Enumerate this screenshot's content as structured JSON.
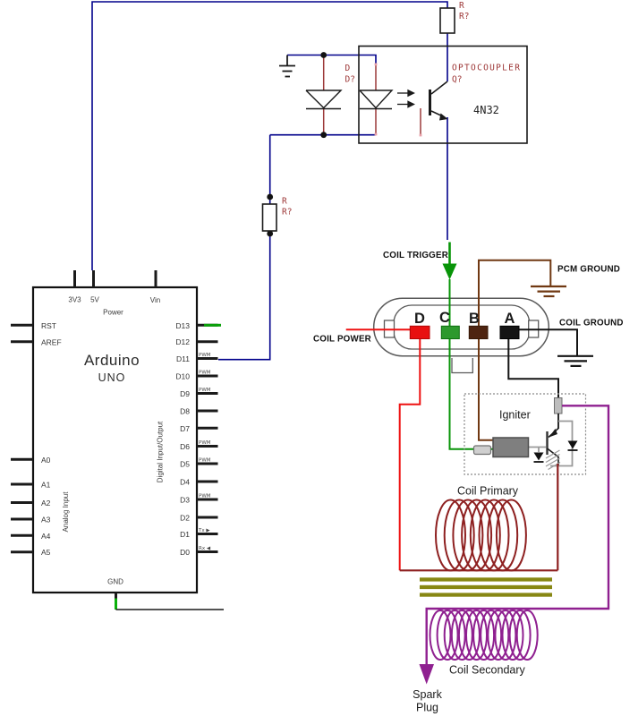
{
  "colors": {
    "wire_blue": "#00008b",
    "wire_red": "#ee1111",
    "wire_dark_red": "#8e2020",
    "wire_green": "#089408",
    "gnd_green": "#0ab00a",
    "wire_brown": "#703812",
    "wire_purple": "#8f2090",
    "core_olive": "#878713",
    "component_ref": "#9c3535"
  },
  "optocoupler": {
    "box_label": "OPTOCOUPLER",
    "designator": "Q?",
    "part_number": "4N32",
    "resistor_top": {
      "line1": "R",
      "line2": "R?"
    },
    "resistor_left": {
      "line1": "R",
      "line2": "R?"
    },
    "diode": {
      "line1": "D",
      "line2": "D?"
    }
  },
  "coil": {
    "trigger_label": "COIL TRIGGER",
    "pcm_ground_label": "PCM GROUND",
    "coil_ground_label": "COIL GROUND",
    "power_label": "COIL POWER",
    "igniter_label": "Igniter",
    "primary_label": "Coil Primary",
    "secondary_label": "Coil Secondary",
    "spark_line1": "Spark",
    "spark_line2": "Plug"
  },
  "connector": {
    "pins": [
      {
        "letter": "D",
        "color": "#e81010"
      },
      {
        "letter": "C",
        "color": "#2d992d"
      },
      {
        "letter": "B",
        "color": "#4e2410"
      },
      {
        "letter": "A",
        "color": "#141414"
      }
    ]
  },
  "arduino": {
    "name": "Arduino",
    "model": "UNO",
    "power_label": "Power",
    "gnd_label": "GND",
    "digital_group_label": "Digital Input/Output",
    "analog_group_label": "Analog Input",
    "pwm_label": "PWM",
    "tx_label": "Tx ▶",
    "rx_label": "Rx ◀",
    "top_pins": [
      "3V3",
      "5V",
      "Vin"
    ],
    "left_pins": [
      "RST",
      "AREF"
    ],
    "analog_pins": [
      "A0",
      "A1",
      "A2",
      "A3",
      "A4",
      "A5"
    ],
    "digital_pins": [
      "D13",
      "D12",
      "D11",
      "D10",
      "D9",
      "D8",
      "D7",
      "D6",
      "D5",
      "D4",
      "D3",
      "D2",
      "D1",
      "D0"
    ]
  }
}
